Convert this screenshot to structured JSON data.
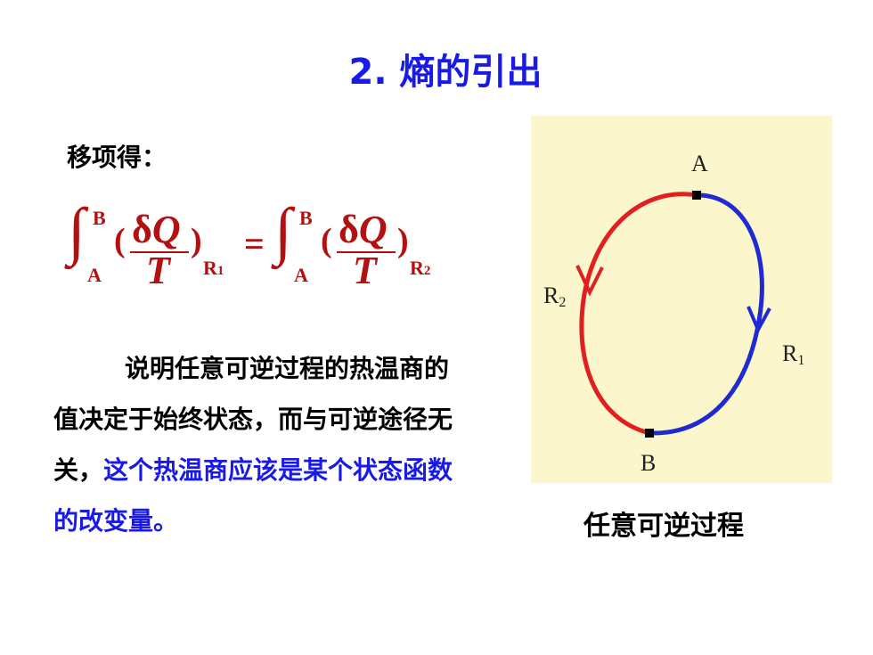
{
  "title": "2. 熵的引出",
  "subtitle": "移项得：",
  "formula": {
    "upper": "B",
    "lower": "A",
    "numerator_delta": "δ",
    "numerator_q": "Q",
    "denominator": "T",
    "left_paren": "(",
    "right_paren": ")",
    "eq": "=",
    "sub1_main": "R",
    "sub1_idx": "1",
    "sub2_main": "R",
    "sub2_idx": "2"
  },
  "paragraph": {
    "black_part": "说明任意可逆过程的热温商的值决定于始终状态，而与可逆途径无关，",
    "blue_part": "这个热温商应该是某个状态函数的改变量。"
  },
  "diagram": {
    "label_a": "A",
    "label_b": "B",
    "label_r1": "R",
    "label_r1_sub": "1",
    "label_r2": "R",
    "label_r2_sub": "2",
    "colors": {
      "r1": "#1f2bd1",
      "r2": "#e02020",
      "bg": "#fbf6cc"
    }
  },
  "caption": "任意可逆过程"
}
